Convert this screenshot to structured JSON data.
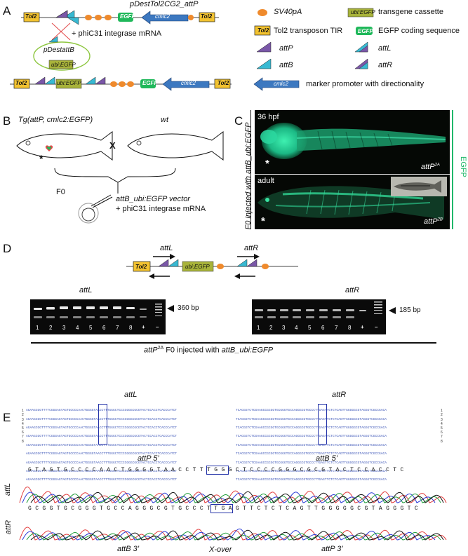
{
  "panels": {
    "a": {
      "letter": "A",
      "construct_top": "pDestTol2CG2_attP",
      "plasmid": "pDestattB",
      "integrase": "+ phiC31 integrase mRNA",
      "tol2": "Tol2",
      "egfp": "EGFP",
      "cmlc2": "cmlc2",
      "ubi_egfp": "ubi:EGFP",
      "legend": {
        "sv40": "SV40pA",
        "transgene": "transgene cassette",
        "tol2_tir": "Tol2 transposon TIR",
        "egfp_cds": "EGFP coding sequence",
        "attP": "attP",
        "attL": "attL",
        "attB": "attB",
        "attR": "attR",
        "marker": "marker promoter with directionality",
        "ubi_egfp": "ubi:EGFP",
        "tol2": "Tol2",
        "egfp": "EGFP",
        "cmlc2": "cmlc2"
      }
    },
    "b": {
      "letter": "B",
      "tg": "Tg(attP, cmlc2:EGFP)",
      "wt": "wt",
      "cross": "X",
      "f0": "F0",
      "star": "*",
      "vector": "attB_ubi:EGFP vector",
      "mrna": "+ phiC31 integrase mRNA"
    },
    "c": {
      "letter": "C",
      "side": "F0 injected with attB_ubi:EGFP",
      "top_label": "36 hpf",
      "top_tag": "attP",
      "top_sup": "2A",
      "bottom_label": "adult",
      "bottom_tag": "attP",
      "bottom_sup": "2B",
      "star": "*",
      "egfp": "EGFP"
    },
    "d": {
      "letter": "D",
      "attL": "attL",
      "attR": "attR",
      "tol2": "Tol2",
      "ubi_egfp": "ubi:EGFP",
      "gel_left_title": "attL",
      "gel_right_title": "attR",
      "size_left": "360 bp",
      "size_right": "185 bp",
      "lanes": [
        "1",
        "2",
        "3",
        "4",
        "5",
        "6",
        "7",
        "8",
        "+",
        "–"
      ],
      "caption_pre": "attP",
      "caption_sup": "2A",
      "caption_post": " F0 injected with ",
      "caption_vector": "attB_ubi:EGFP"
    },
    "e": {
      "letter": "E",
      "attL": "attL",
      "attR": "attR",
      "attL_seqs": [
        "AGAAGCGGTTTTCGGGAGTAGTGCCCCAACTGGGGTAACCTTTGGGCTCCCCGGGCGCGTACTCCACCTCACCCATCT",
        "AGAAGCGGTTTTCGGGAGTAGTGCCCCAACTGGGGTAACCTTTGGGCTCCCCGGGCGCGTACTCCACCTCACCCATCT",
        "AGAAGCGGTTTTCGGGAGTAGTGCCCCAACTGGGGTAACCTTTGGGCTCCCCGGGCGCGTACTCCACCTCACCCATCT",
        "AGAAGCGGTTTTCGGGAGTAGTGCCCCAACTGGGGTAACCTTTGGGCTCCCCGGGCGCGTACTCCACCTCACCCATCT",
        "AGAAGCGGTTTTCGGGAGTAGTGCCCCAACTGGGGTAACCTTTGGGCTCCCCGGGCGCGTACTCCACCTCACCCATCT",
        "AGAAGCGGTTTTCGGGAGTAGTGCCCCAACTGGGGTAACCTTTGGGCTCCCCGGGCGCGTACTCCACCTCACCCATCT",
        "AGAAGCGGTTTTCGGGAGTAGTGCCCCAACTGGGGTAACCTTTGGGCTCCCCGGGCGCGTACTCCACCTCACCCATCT",
        "AGAAGCGGTTTTCGGGAGTAGTGCCCCAACTGGGGTAACCTTTGGGCTCCCCGGGCGCGTACTCCACCTCACCCATCT",
        "AGAAGCGGTTTTCGGGAGTAGTGCCCCAACTGGGGTAACCTTTGGGCTCCCCGGGCGCGTACTCCACCTCACCCATCT"
      ],
      "attR_seqs": [
        "TCACGGTCTCGAAGCCGCGGTGCGGGTGCCAGGGCGTGCCCTTGAGTTCTCTCAGTTGGGGGCGTAGGGTCGCCGACA",
        "TCACGGTCTCGAAGCCGCGGTGCGGGTGCCAGGGCGTGCCCTTGAGTTCTCTCAGTTGGGGGCGTAGGGTCGCCGACA",
        "TCACGGTCTCGAAGCCGCGGTGCGGGTGCCAGGGCGTGCCCTTGAGTTCTCTCAGTTGGGGGCGTAGGGTCGCCGACA",
        "TCACGGTCTCGAAGCCGCGGTGCGGGTGCCAGGGCGTGCCCTTGAGTTCTCTCAGTTGGGGGCGTAGGGTCGCCGACA",
        "TCACGGTCTCGAAGCCGCGGTGCGGGTGCCAGGGCGTGCCCTTGAGTTCTCTCAGTTGGGGGCGTAGGGTCGCCGACA",
        "TCACGGTCTCGAAGCCGCGGTGCGGGTGCCAGGGCGTGCCCTTGAGTTCTCTCAGTTGGGGGCGTAGGGTCGCCGACA",
        "TCACGGTCTCGAAGCCGCGGTGCGGGTGCCAGGGCGTGCCCTTGAGTTCTCTCAGTTGGGGGCGTAGGGTCGCCGACA",
        "TCACGGTCTCGAAGCCGCGGTGCGGGTGCCAGGGCGTGCCCTTGAGTTCTCTCAGTTGGGGGCGTAGGGTCGCCGACA",
        "TCACGGTCTCGAAGCCGCGGTGCGGGTGCCAGGGCGTGCCCTTGAGTTCTCTCAGTTGGGGGCGTAGGGTCGCCGACA"
      ],
      "row_numbers": [
        "1",
        "2",
        "3",
        "4",
        "5",
        "6",
        "7",
        "8"
      ],
      "attP5": "attP 5’",
      "attB5": "attB 5’",
      "attB3": "attB 3’",
      "xover": "X-over",
      "attP3": "attP 3’",
      "trace_top_seq": "G T A G T G C C C C A A C T G G G G T A A C C T T T G G G C T C C C C G G G C G C G T A C T C C A C C T C",
      "trace_bottom_seq": "G C G G T G C G G G T G C C A G G G C G T G C C C T T G A G T T C T C T C A G T T G G G G G C G T A G G G T C",
      "trace_top_label": "attL",
      "trace_bottom_label": "attR"
    }
  },
  "colors": {
    "tol2": "#f2c230",
    "sv40": "#ef8a2c",
    "ubi": "#a8b33a",
    "egfp": "#1fb85a",
    "cmlc2": "#3c78c0",
    "attP_purple": "#7a57a8",
    "attB_cyan": "#38b9d2",
    "plasmid_ring": "#8dc63f",
    "egfp_text": "#1fb86a"
  }
}
